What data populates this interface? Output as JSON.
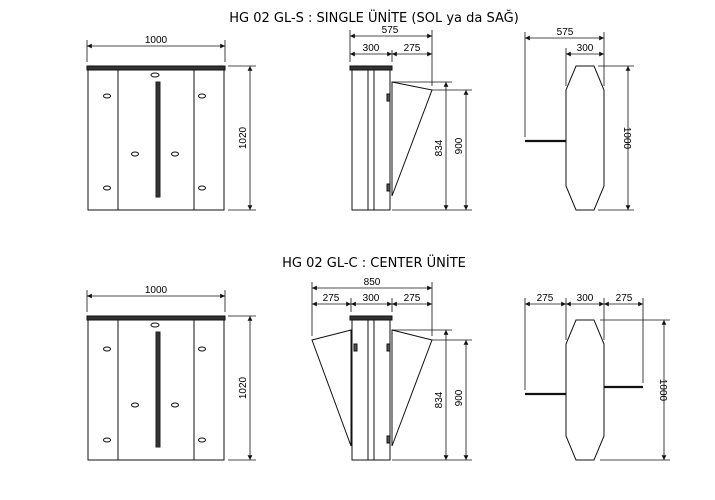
{
  "titles": {
    "single": "HG 02 GL-S : SINGLE ÜNİTE (SOL ya da SAĞ)",
    "center": "HG 02 GL-C : CENTER ÜNİTE"
  },
  "single": {
    "front": {
      "width": "1000",
      "height": "1020"
    },
    "side": {
      "total": "575",
      "body": "300",
      "wing": "275",
      "h1": "834",
      "h2": "900"
    },
    "top": {
      "total": "575",
      "body": "300",
      "length": "1000"
    }
  },
  "center": {
    "front": {
      "width": "1000",
      "height": "1020"
    },
    "side": {
      "total": "850",
      "wing_left": "275",
      "body": "300",
      "wing_right": "275",
      "h1": "834",
      "h2": "900"
    },
    "top": {
      "wing_left": "275",
      "body": "300",
      "wing_right": "275",
      "length": "1000"
    }
  },
  "colors": {
    "line": "#111111",
    "fill": "#ffffff",
    "underline": "#2a9d3a"
  }
}
